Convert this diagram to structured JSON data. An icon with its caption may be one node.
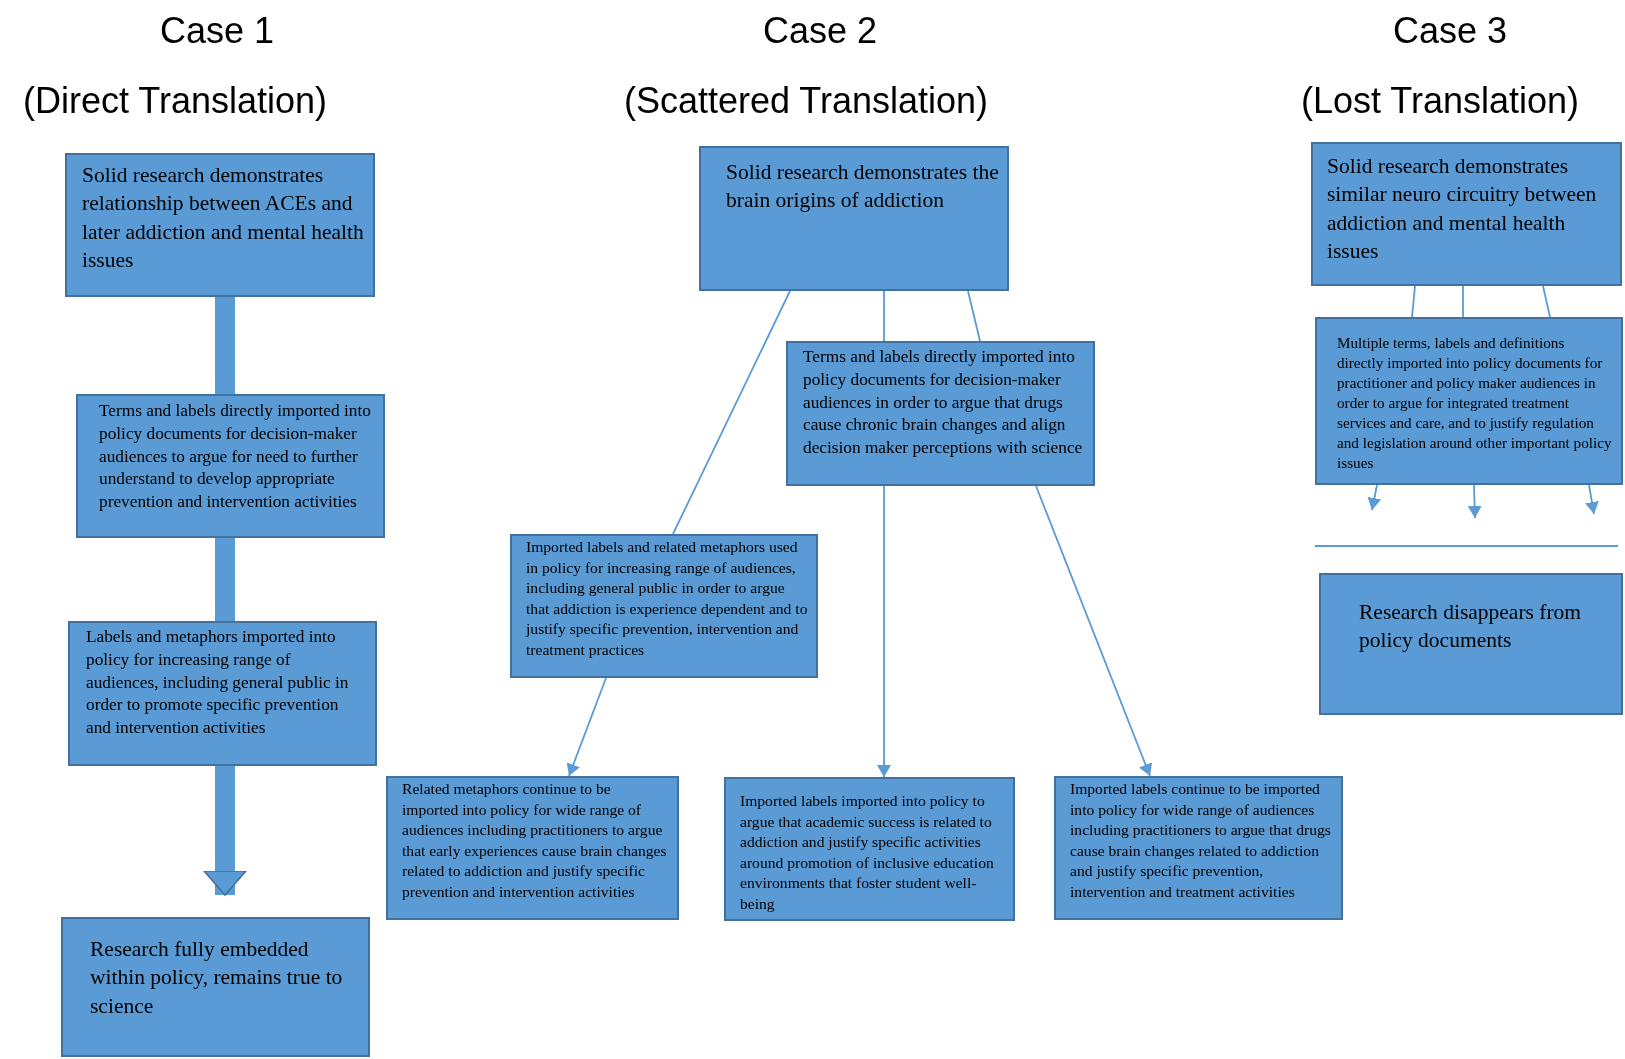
{
  "diagram": {
    "nodes": [
      {
        "text": [
          "Solid research demonstrates relationship between ACEs and later addiction and mental health issues"
        ]
      },
      {
        "text": [
          "Terms and labels directly imported into policy documents for decision-maker audiences to argue for need to further understand to develop appropriate prevention and intervention activities"
        ]
      },
      {
        "text": [
          "Labels and metaphors imported into policy for increasing range of audiences, including general public in order to promote specific prevention and intervention activities"
        ]
      },
      {
        "text": [
          "Research fully embedded within policy, remains true to science"
        ]
      },
      {
        "text": [
          "Solid research demonstrates the brain origins of addiction"
        ]
      },
      {
        "text": [
          "Terms and labels directly imported into policy documents for decision-maker audiences in order to argue that drugs cause chronic brain changes and align decision maker perceptions with science"
        ]
      },
      {
        "text": [
          "Imported labels and related metaphors used in policy for increasing range of audiences, including general public in order to argue that addiction is experience dependent and to justify specific prevention, intervention and treatment practices"
        ]
      },
      {
        "text": [
          "Related metaphors continue to be imported into policy for wide range of audiences including practitioners to argue that early experiences cause brain changes related to addiction and justify specific prevention and intervention activities"
        ]
      },
      {
        "text": [
          "Imported labels imported into policy to argue that academic success is related to addiction and justify specific activities around promotion of inclusive education environments that foster student well-being"
        ]
      },
      {
        "text": [
          "Imported labels continue to be imported into policy for wide range of audiences including practitioners to argue that drugs cause brain changes related to addiction and justify specific prevention, intervention and treatment activities"
        ]
      },
      {
        "text": [
          "Solid research demonstrates similar neuro circuitry between addiction and mental health issues"
        ]
      },
      {
        "text": [
          "Multiple terms, labels and definitions directly imported into policy documents for practitioner and policy maker audiences in order to argue for integrated treatment services and care, and to justify regulation and legislation around other important policy issues"
        ]
      },
      {
        "text": [
          "Research disappears from policy documents"
        ]
      }
    ],
    "edges": [
      {
        "from": 0,
        "to": 1,
        "arrow": "none",
        "style": "thick"
      },
      {
        "from": 1,
        "to": 2,
        "arrow": "none",
        "style": "thick"
      },
      {
        "from": 2,
        "to": 3,
        "arrow": "to",
        "style": "thick"
      },
      {
        "from": 4,
        "to": 6,
        "arrow": "none"
      },
      {
        "from": 4,
        "to": 5,
        "arrow": "none"
      },
      {
        "from": 4,
        "to": 5,
        "arrow": "none"
      },
      {
        "from": 6,
        "to": 7,
        "arrow": "to"
      },
      {
        "from": 5,
        "to": 8,
        "arrow": "to"
      },
      {
        "from": 5,
        "to": 9,
        "arrow": "to"
      },
      {
        "from": 10,
        "to": 11,
        "arrow": "none"
      },
      {
        "from": 10,
        "to": 11,
        "arrow": "none"
      },
      {
        "from": 10,
        "to": 11,
        "arrow": "none"
      },
      {
        "from": 11,
        "to": null,
        "arrow": "to"
      },
      {
        "from": 11,
        "to": null,
        "arrow": "to"
      },
      {
        "from": 11,
        "to": null,
        "arrow": "to"
      }
    ],
    "labels": [
      "Case 1",
      "Case 2",
      "Case 3",
      "(Direct Translation)",
      "(Scattered Translation)",
      "(Lost Translation)"
    ]
  }
}
